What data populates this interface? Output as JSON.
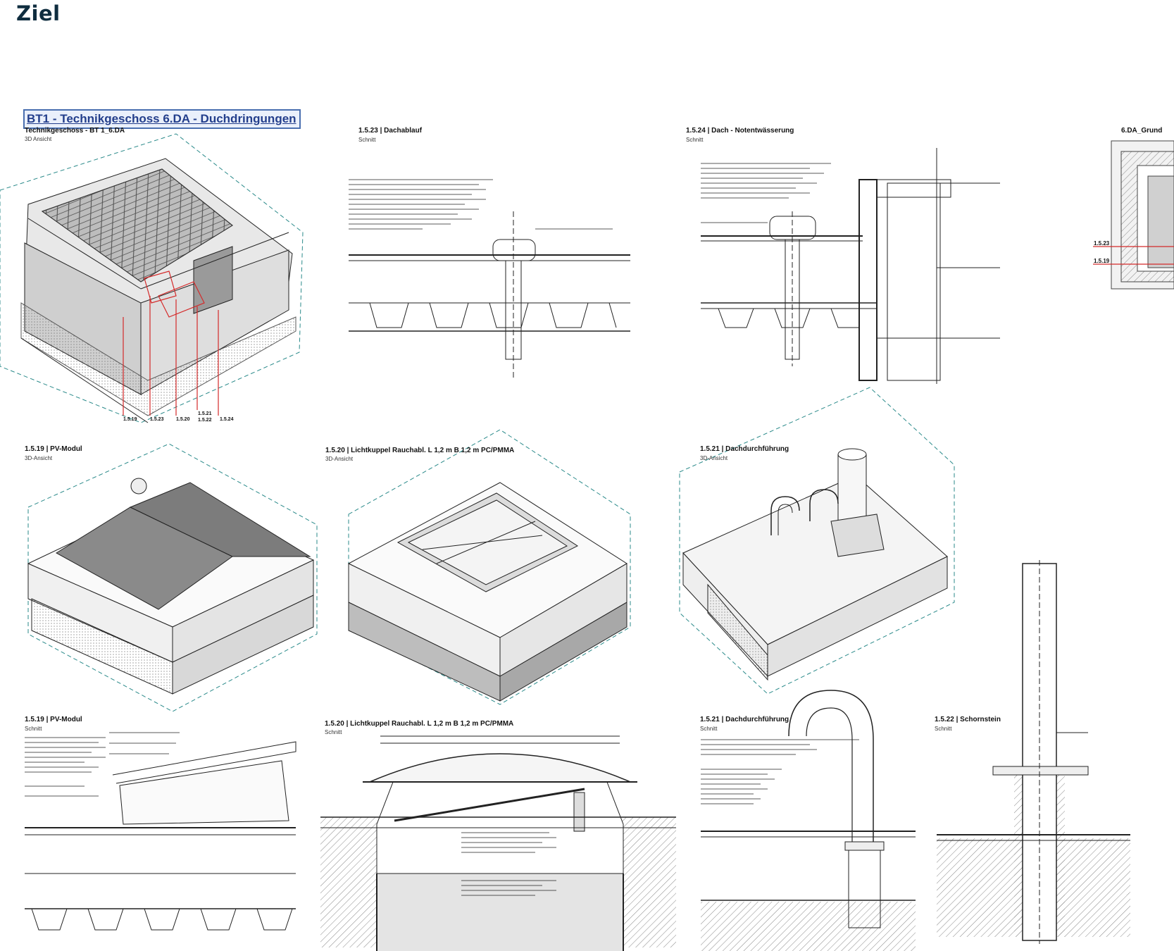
{
  "page_title": "Ziel",
  "sheet": {
    "title": "BT1 - Technikgeschoss 6.DA - Duchdringungen",
    "overview": {
      "label": "Technikgeschoss - BT 1_6.DA",
      "sub": "3D Ansicht",
      "callouts": [
        "1.5.19",
        "1.5.23",
        "1.5.20",
        "1.5.21",
        "1.5.22",
        "1.5.24"
      ]
    },
    "views": [
      {
        "id": "v1523",
        "label": "1.5.23 | Dachablauf",
        "sub": "Schnitt"
      },
      {
        "id": "v1524",
        "label": "1.5.24 | Dach - Notentwässerung",
        "sub": "Schnitt"
      },
      {
        "id": "vgrund",
        "label": "6.DA_Grund",
        "sub": ""
      },
      {
        "id": "v1519a",
        "label": "1.5.19 | PV-Modul",
        "sub": "3D-Ansicht"
      },
      {
        "id": "v1520a",
        "label": "1.5.20 | Lichtkuppel Rauchabl. L 1,2 m B 1,2 m PC/PMMA",
        "sub": "3D-Ansicht"
      },
      {
        "id": "v1521a",
        "label": "1.5.21 | Dachdurchführung",
        "sub": "3D-Ansicht"
      },
      {
        "id": "v1519s",
        "label": "1.5.19 | PV-Modul",
        "sub": "Schnitt"
      },
      {
        "id": "v1520s",
        "label": "1.5.20 | Lichtkuppel Rauchabl. L 1,2 m B 1,2 m PC/PMMA",
        "sub": "Schnitt"
      },
      {
        "id": "v1521s",
        "label": "1.5.21 | Dachdurchführung",
        "sub": "Schnitt"
      },
      {
        "id": "v1522s",
        "label": "1.5.22 | Schornstein",
        "sub": "Schnitt"
      }
    ],
    "grund_callouts": [
      "1.5.23",
      "1.5.19"
    ],
    "colors": {
      "title_border": "#4a6fb0",
      "title_text": "#243f8c",
      "callout_red": "#d42a2a",
      "dash_teal": "#2a8a8a",
      "line": "#222222",
      "panel_fill": "#8a8a8a",
      "page_title": "#0f2d3f"
    }
  }
}
